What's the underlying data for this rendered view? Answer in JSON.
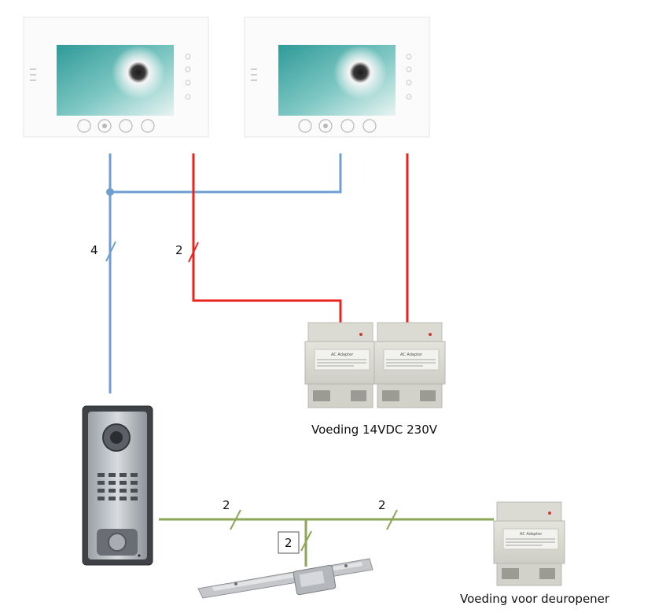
{
  "diagram": {
    "wire_labels": {
      "blue_count": "4",
      "red_count": "2",
      "green_left_count": "2",
      "green_right_count": "2",
      "lock_count": "2"
    },
    "captions": {
      "power_supply": "Voeding 14VDC 230V",
      "door_opener_supply": "Voeding voor deuropener"
    },
    "colors": {
      "blue_wire": "#6f9fd0",
      "red_wire": "#e8231c",
      "green_wire": "#8ea658"
    },
    "devices": {
      "monitor_left": {
        "icon": "monitor-icon",
        "buttons": [
          "network-icon",
          "record-icon",
          "key-icon",
          "speaker-icon"
        ]
      },
      "monitor_right": {
        "icon": "monitor-icon",
        "buttons": [
          "network-icon",
          "record-icon",
          "key-icon",
          "speaker-icon"
        ]
      },
      "adapter_left": {
        "icon": "power-adapter-icon",
        "label": "AC Adapter"
      },
      "adapter_right": {
        "icon": "power-adapter-icon",
        "label": "AC Adapter"
      },
      "adapter_door": {
        "icon": "power-adapter-icon",
        "label": "AC Adapter"
      },
      "door_station": {
        "icon": "door-station-icon"
      },
      "door_strike": {
        "icon": "electric-door-strike-icon"
      }
    }
  }
}
